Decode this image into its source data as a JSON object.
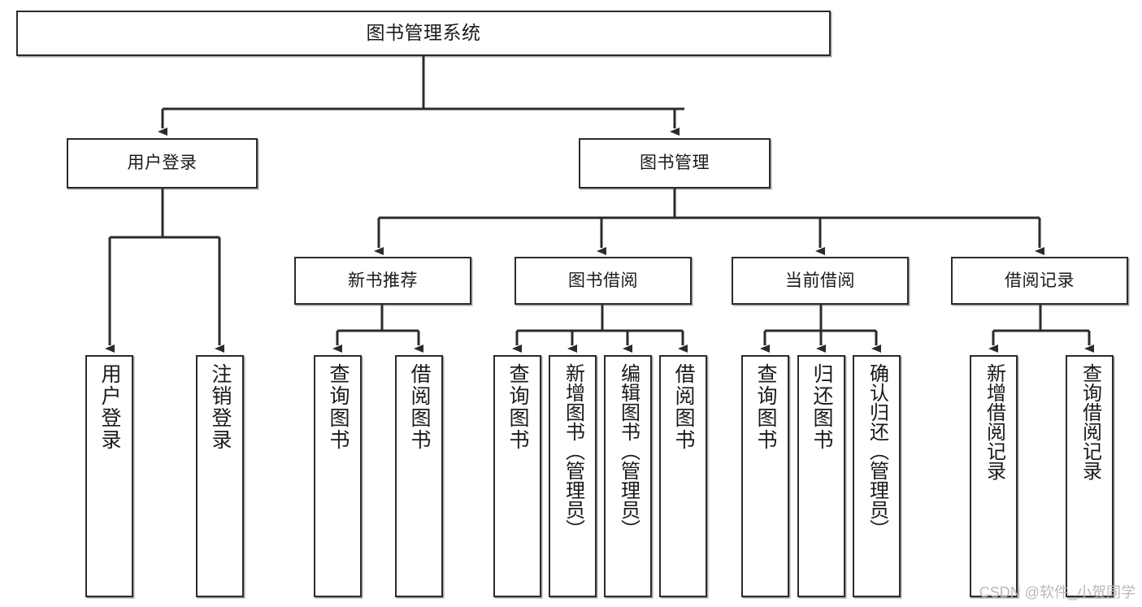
{
  "diagram": {
    "title": "图书管理系统",
    "type": "tree-hierarchy",
    "watermark": "CSDN @软件_小贺同学",
    "colors": {
      "border": "#2b2b2b",
      "background": "#ffffff",
      "text": "#1a1a1a",
      "watermark": "#b9b9b9"
    },
    "root": {
      "label": "图书管理系统"
    },
    "level2": [
      {
        "label": "用户登录"
      },
      {
        "label": "图书管理"
      }
    ],
    "level3": [
      {
        "label": "新书推荐"
      },
      {
        "label": "图书借阅"
      },
      {
        "label": "当前借阅"
      },
      {
        "label": "借阅记录"
      }
    ],
    "leaves": {
      "user_login": [
        {
          "label": "用户登录"
        },
        {
          "label": "注销登录"
        }
      ],
      "new_book_recommend": [
        {
          "label": "查询图书"
        },
        {
          "label": "借阅图书"
        }
      ],
      "book_borrow": [
        {
          "label": "查询图书"
        },
        {
          "label": "新增图书（管理员）"
        },
        {
          "label": "编辑图书（管理员）"
        },
        {
          "label": "借阅图书"
        }
      ],
      "current_borrow": [
        {
          "label": "查询图书"
        },
        {
          "label": "归还图书"
        },
        {
          "label": "确认归还（管理员）"
        }
      ],
      "borrow_record": [
        {
          "label": "新增借阅记录"
        },
        {
          "label": "查询借阅记录"
        }
      ]
    }
  }
}
